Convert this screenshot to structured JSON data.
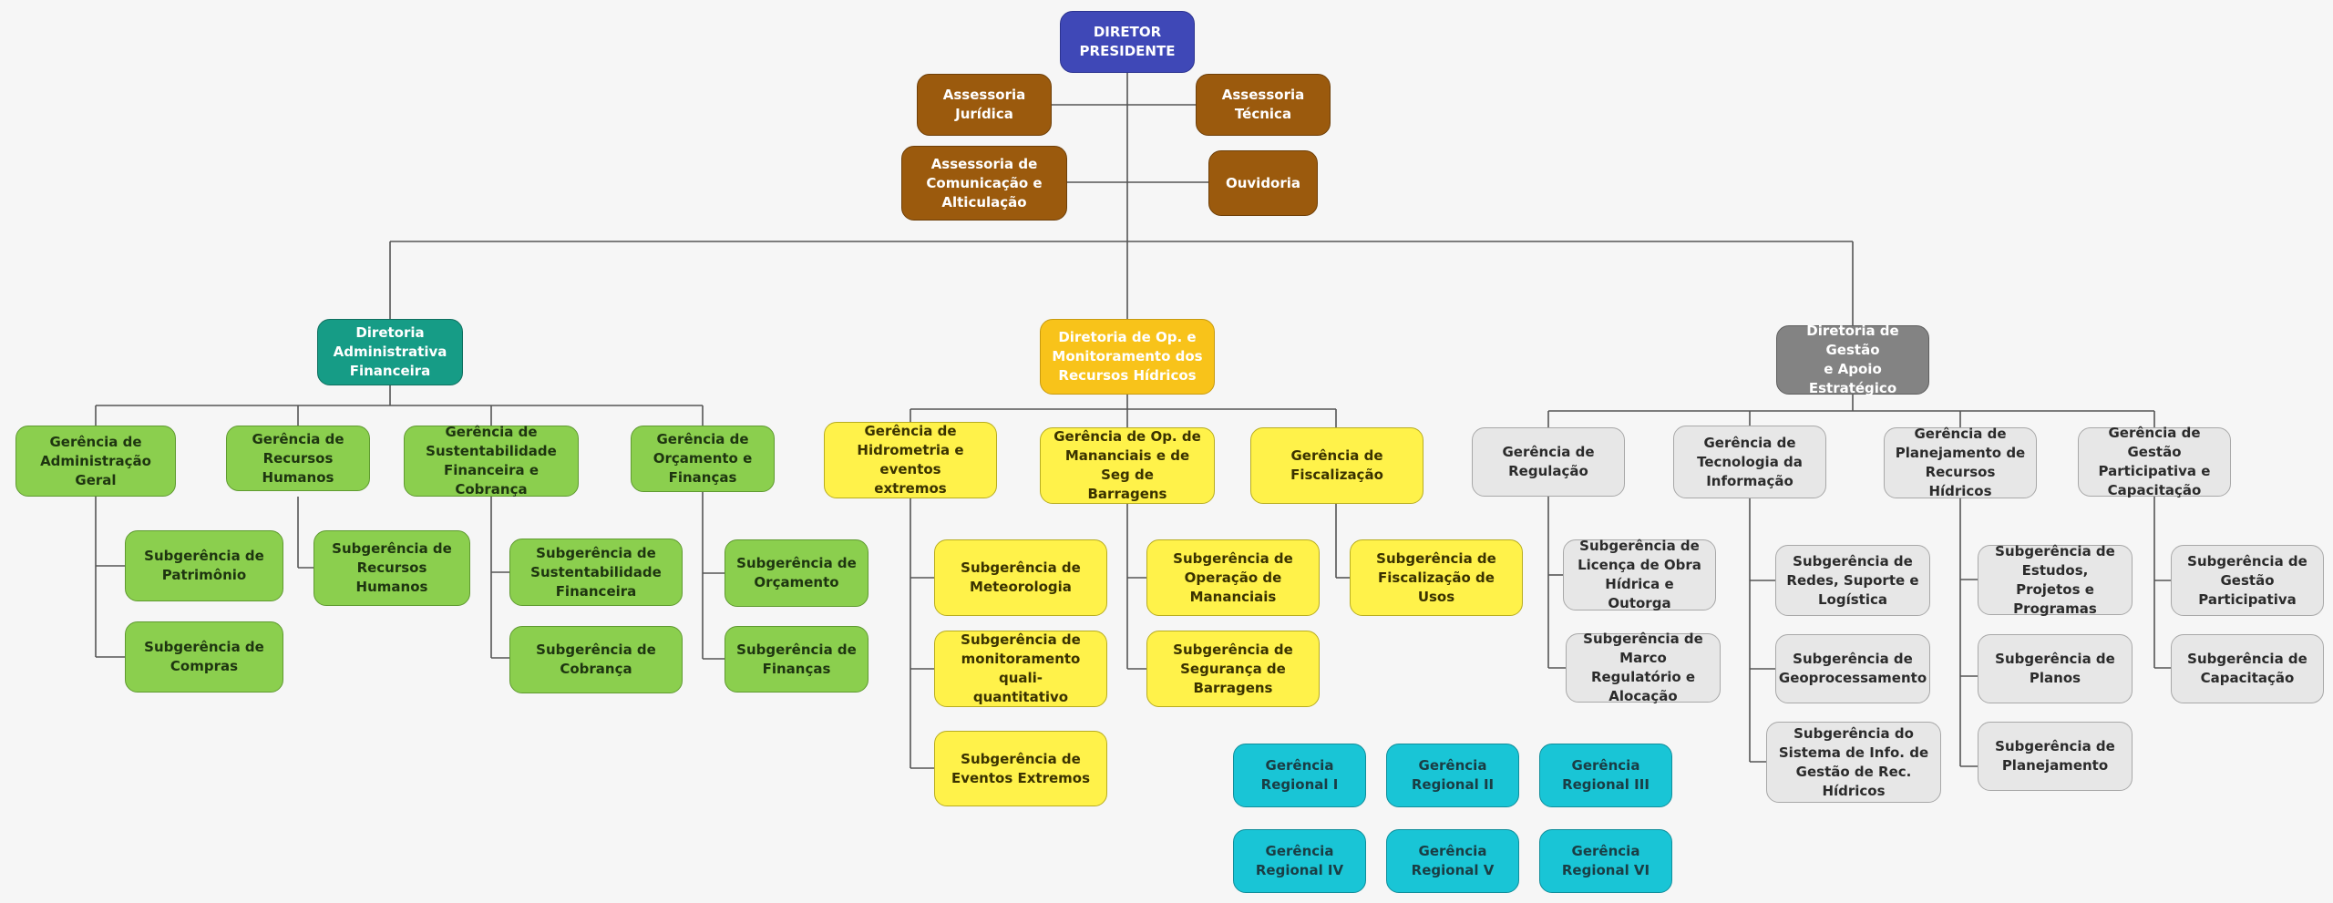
{
  "nodes": {
    "n1": {
      "label": "DIRETOR\nPRESIDENTE"
    },
    "n2": {
      "label": "Assessoria\nJurídica"
    },
    "n3": {
      "label": "Assessoria\nTécnica"
    },
    "n4": {
      "label": "Assessoria de\nComunicação e\nAlticulação"
    },
    "n5": {
      "label": "Ouvidoria"
    },
    "n6": {
      "label": "Diretoria\nAdministrativa\nFinanceira"
    },
    "n7": {
      "label": "Diretoria de Op. e\nMonitoramento dos\nRecursos Hídricos"
    },
    "n8": {
      "label": "Diretoria de Gestão\ne Apoio Estratégico"
    },
    "n9": {
      "label": "Gerência de\nAdministração Geral"
    },
    "n10": {
      "label": "Gerência de\nRecursos Humanos"
    },
    "n11": {
      "label": "Gerência de\nSustentabilidade\nFinanceira e Cobrança"
    },
    "n12": {
      "label": "Gerência de\nOrçamento e\nFinanças"
    },
    "n13": {
      "label": "Subgerência de\nPatrimônio"
    },
    "n14": {
      "label": "Subgerência de\nCompras"
    },
    "n15": {
      "label": "Subgerência de\nRecursos Humanos"
    },
    "n16": {
      "label": "Subgerência de\nSustentabilidade\nFinanceira"
    },
    "n17": {
      "label": "Subgerência de\nCobrança"
    },
    "n18": {
      "label": "Subgerência de\nOrçamento"
    },
    "n19": {
      "label": "Subgerência de\nFinanças"
    },
    "n20": {
      "label": "Gerência de\nHidrometria e eventos\nextremos"
    },
    "n21": {
      "label": "Gerência de Op. de\nMananciais e de Seg de\nBarragens"
    },
    "n22": {
      "label": "Gerência de\nFiscalização"
    },
    "n23": {
      "label": "Subgerência de\nMeteorologia"
    },
    "n24": {
      "label": "Subgerência de\nmonitoramento quali-\nquantitativo"
    },
    "n25": {
      "label": "Subgerência de\nEventos Extremos"
    },
    "n26": {
      "label": "Subgerência de\nOperação de\nMananciais"
    },
    "n27": {
      "label": "Subgerência de\nSegurança de\nBarragens"
    },
    "n28": {
      "label": "Subgerência de\nFiscalização de Usos"
    },
    "n29": {
      "label": "Gerência\nRegional I"
    },
    "n30": {
      "label": "Gerência\nRegional II"
    },
    "n31": {
      "label": "Gerência\nRegional III"
    },
    "n32": {
      "label": "Gerência\nRegional IV"
    },
    "n33": {
      "label": "Gerência\nRegional V"
    },
    "n34": {
      "label": "Gerência\nRegional VI"
    },
    "n35": {
      "label": "Gerência de\nRegulação"
    },
    "n36": {
      "label": "Gerência de\nTecnologia da\nInformação"
    },
    "n37": {
      "label": "Gerência de\nPlanejamento de\nRecursos Hídricos"
    },
    "n38": {
      "label": "Gerência de Gestão\nParticipativa e\nCapacitação"
    },
    "n39": {
      "label": "Subgerência de\nLicença de Obra\nHídrica e Outorga"
    },
    "n40": {
      "label": "Subgerência de\nMarco Regulatório e\nAlocação"
    },
    "n41": {
      "label": "Subgerência de\nRedes, Suporte e\nLogística"
    },
    "n42": {
      "label": "Subgerência de\nGeoprocessamento"
    },
    "n43": {
      "label": "Subgerência do\nSistema de Info. de\nGestão de Rec. Hídricos"
    },
    "n44": {
      "label": "Subgerência de\nEstudos, Projetos e\nProgramas"
    },
    "n45": {
      "label": "Subgerência de\nPlanos"
    },
    "n46": {
      "label": "Subgerência de\nPlanejamento"
    },
    "n47": {
      "label": "Subgerência de\nGestão Participativa"
    },
    "n48": {
      "label": "Subgerência de\nCapacitação"
    }
  },
  "colors": {
    "president": "#3f48b7",
    "advisory": "#9b5a0d",
    "dir_admin": "#169c86",
    "dir_ops": "#f8c31a",
    "dir_gestao": "#838383",
    "admin_units": "#8bcf4e",
    "ops_units": "#fff24a",
    "gestao_units": "#e7e7e7",
    "regional": "#19c5d6"
  }
}
